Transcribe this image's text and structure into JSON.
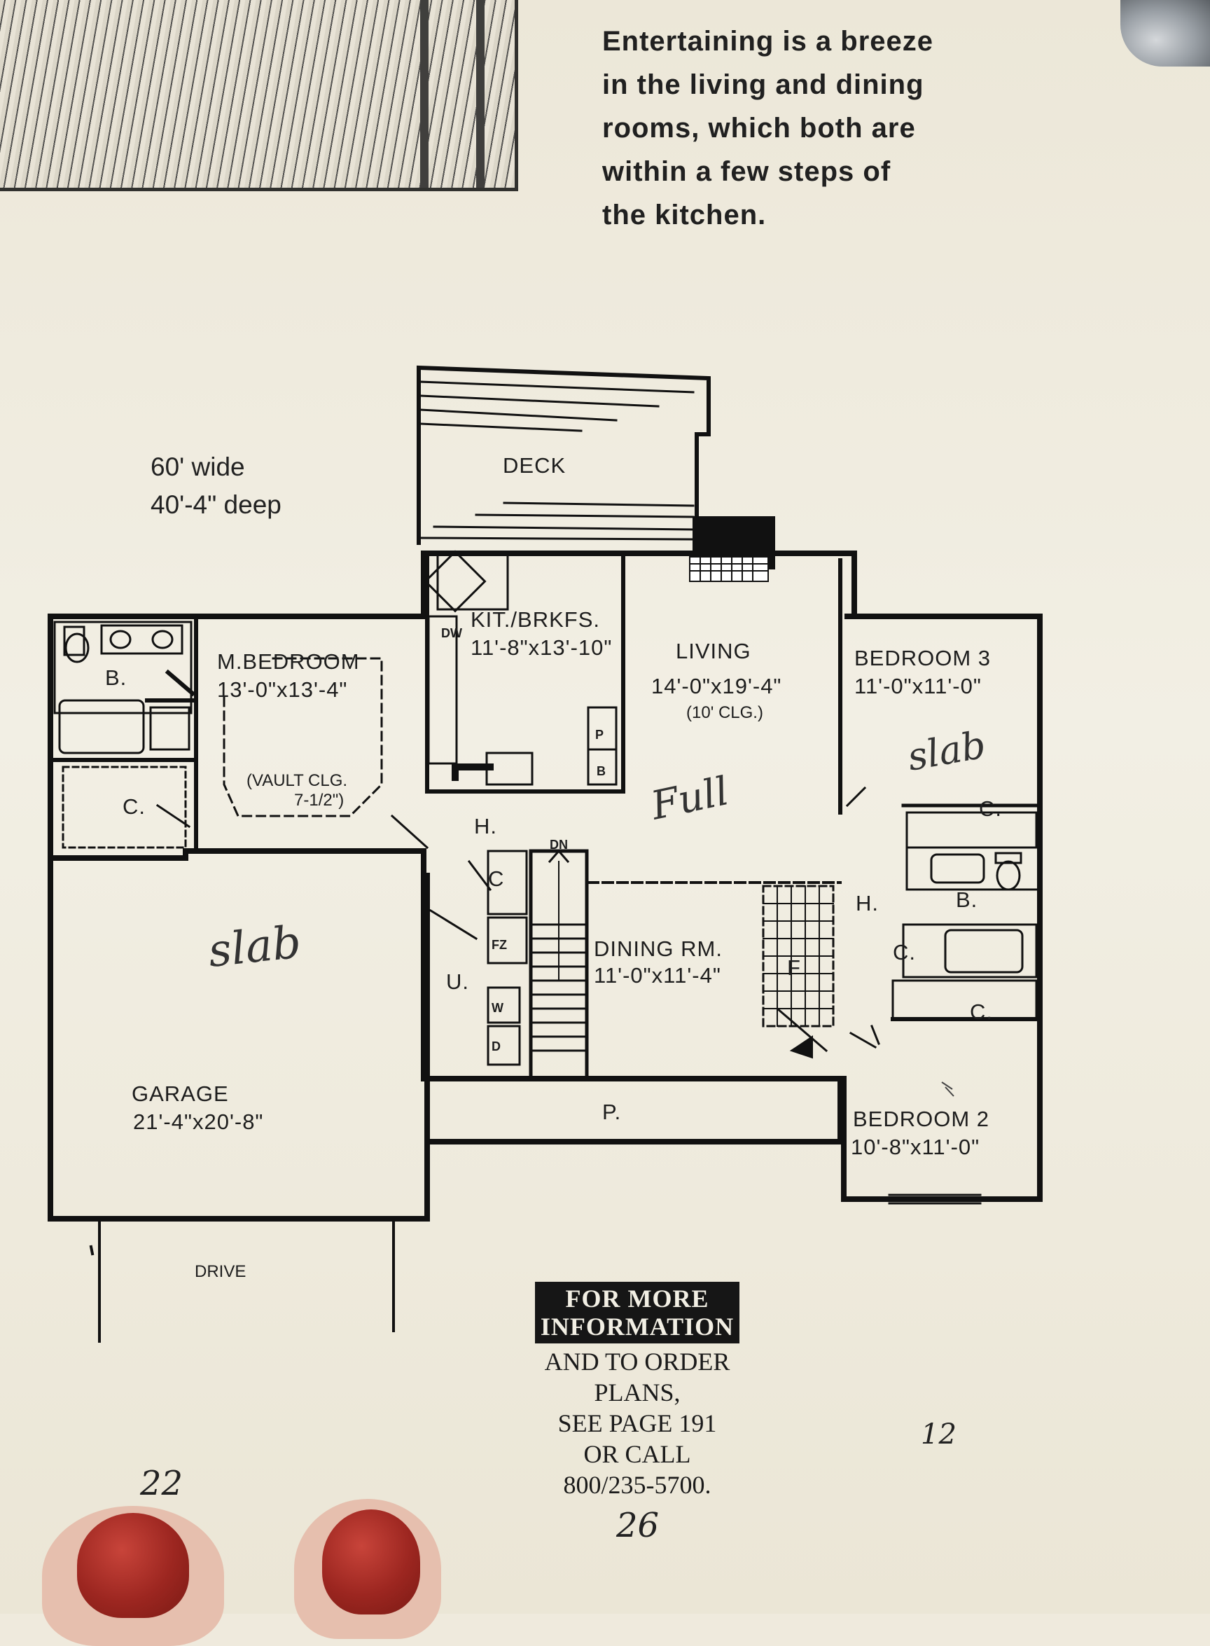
{
  "blurb": {
    "lines": [
      "Entertaining is a breeze",
      "in the living and dining",
      "rooms, which both are",
      "within a few steps of",
      "the kitchen."
    ]
  },
  "dimensions": {
    "width": "60' wide",
    "depth": "40'-4\" deep"
  },
  "rooms": {
    "deck": "DECK",
    "kitchen": {
      "name": "KIT./BRKFS.",
      "size": "11'-8\"x13'-10\""
    },
    "living": {
      "name": "LIVING",
      "size": "14'-0\"x19'-4\"",
      "note": "(10' CLG.)"
    },
    "master": {
      "name": "M.BEDROOM",
      "size": "13'-0\"x13'-4\"",
      "note1": "(VAULT CLG.",
      "note2": "7-1/2\")"
    },
    "bedroom3": {
      "name": "BEDROOM 3",
      "size": "11'-0\"x11'-0\""
    },
    "bedroom2": {
      "name": "BEDROOM 2",
      "size": "10'-8\"x11'-0\""
    },
    "dining": {
      "name": "DINING RM.",
      "size": "11'-0\"x11'-4\""
    },
    "garage": {
      "name": "GARAGE",
      "size": "21'-4\"x20'-8\""
    },
    "drive": "DRIVE",
    "porch": "P.",
    "utility": "U.",
    "bath": "B.",
    "closet": "C.",
    "hall": "H.",
    "foyer": "F",
    "freezer": "FZ",
    "pantry": "P",
    "washer": "W",
    "dryer": "D",
    "dishwasher": "DW",
    "dn": "DN",
    "closet_short": "C",
    "b_short": "B"
  },
  "handwriting": {
    "slab_garage": "slab",
    "slab_bed3": "slab",
    "full": "Full",
    "page_left": "22",
    "page_center": "26",
    "page_right": "12"
  },
  "info": {
    "banner": [
      "FOR MORE",
      "INFORMATION"
    ],
    "lines": [
      "AND TO ORDER",
      "PLANS,",
      "SEE PAGE 191",
      "OR CALL",
      "800/235-5700."
    ]
  }
}
